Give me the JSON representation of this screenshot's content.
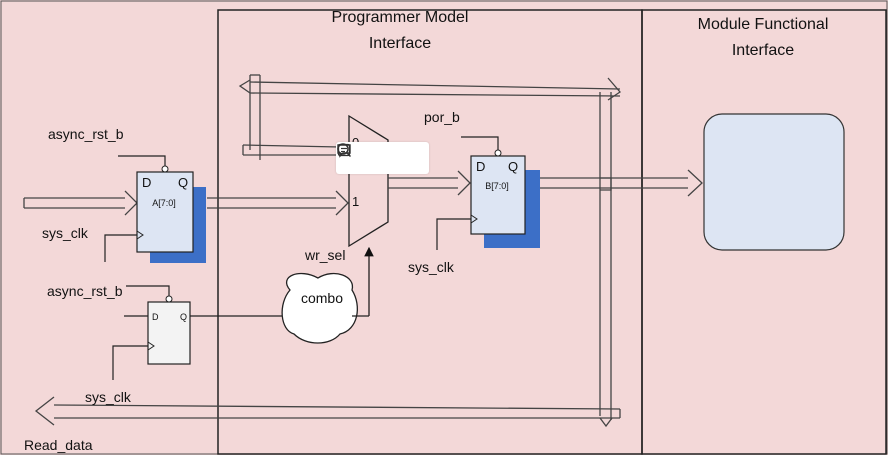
{
  "regions": {
    "programmer_title_line1": "Programmer Model",
    "programmer_title_line2": "Interface",
    "module_title_line1": "Module Functional",
    "module_title_line2": "Interface"
  },
  "ff_a": {
    "reset_label": "async_rst_b",
    "clk_label": "sys_clk",
    "pin_d": "D",
    "pin_q": "Q",
    "reg_name": "A[7:0]"
  },
  "ff_b": {
    "reset_label": "por_b",
    "clk_label": "sys_clk",
    "pin_d": "D",
    "pin_q": "Q",
    "reg_name": "B[7:0]"
  },
  "ff_c": {
    "reset_label": "async_rst_b",
    "clk_label": "sys_clk",
    "pin_d": "D",
    "pin_q": "Q"
  },
  "mux": {
    "input0": "0",
    "input1": "1",
    "select_label": "wr_sel"
  },
  "combo_label": "combo",
  "read_data_label": "Read_data",
  "colors": {
    "background": "#f3d8d8",
    "shadow": "#3c6fc7",
    "block_fill": "#dde5f3"
  },
  "toolbar": {
    "icons": [
      "search-icon",
      "comment-icon",
      "note-icon"
    ]
  }
}
